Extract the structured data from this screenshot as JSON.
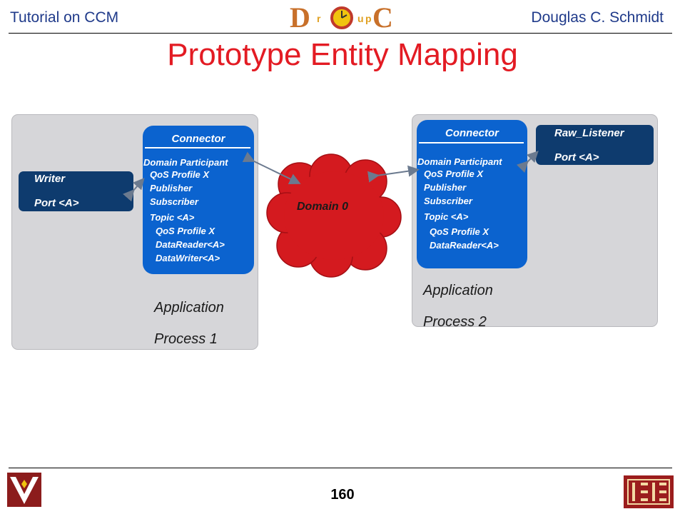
{
  "header": {
    "left": "Tutorial on CCM",
    "right": "Douglas C. Schmidt",
    "logo_letters": [
      "D",
      "r",
      "u",
      "p",
      "C"
    ]
  },
  "title": "Prototype Entity Mapping",
  "process1": {
    "app_line1": "Application",
    "app_line2": "Process 1",
    "writer": {
      "line1": "Writer",
      "line2": "Port <A>"
    },
    "connector": {
      "title": "Connector",
      "lines": [
        "Domain Participant",
        "QoS Profile X",
        "Publisher",
        "Subscriber",
        "Topic <A>",
        "QoS Profile X",
        "DataReader<A>",
        "DataWriter<A>"
      ]
    }
  },
  "process2": {
    "app_line1": "Application",
    "app_line2": "Process 2",
    "listener": {
      "line1": "Raw_Listener",
      "line2": "Port <A>"
    },
    "connector": {
      "title": "Connector",
      "lines": [
        "Domain Participant",
        "QoS Profile X",
        "Publisher",
        "Subscriber",
        "Topic <A>",
        "QoS Profile X",
        "DataReader<A>"
      ]
    }
  },
  "domain": {
    "label": "Domain 0"
  },
  "footer": {
    "page_number": "160",
    "left_logo": "vanderbilt-logo",
    "right_logo": "isis-logo"
  },
  "colors": {
    "title": "#e31b23",
    "header_text": "#1f3a8a",
    "connector": "#0b63cf",
    "port": "#0e3b6e",
    "cloud": "#d41a1f",
    "process_box": "#d6d6d9",
    "arrow": "#6b7a8f"
  }
}
